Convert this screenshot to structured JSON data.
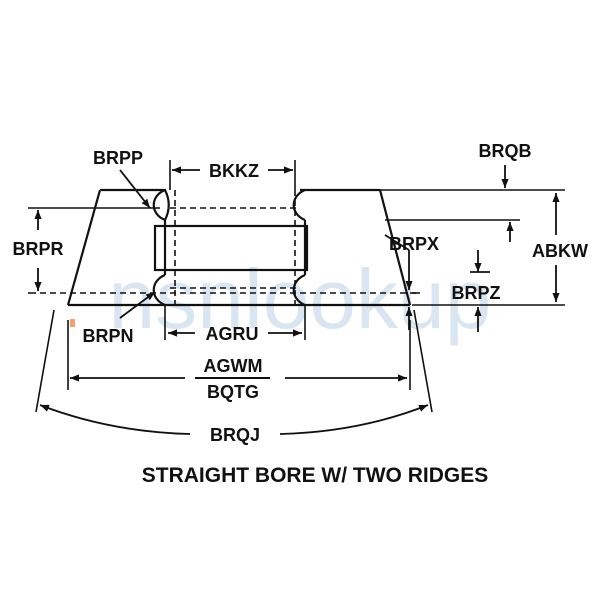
{
  "labels": {
    "brpp": "BRPP",
    "bkkz": "BKKZ",
    "brqb": "BRQB",
    "brpr": "BRPR",
    "brpx": "BRPX",
    "abkw": "ABKW",
    "brpz": "BRPZ",
    "brpn": "BRPN",
    "agru": "AGRU",
    "agwm": "AGWM",
    "bqtg": "BQTG",
    "brqj": "BRQJ"
  },
  "caption": "STRAIGHT BORE W/ TWO RIDGES",
  "watermark": "nsnlookup",
  "colors": {
    "line": "#111111",
    "watermark": "#7aa6cc",
    "accent_mark": "#f4a070"
  }
}
